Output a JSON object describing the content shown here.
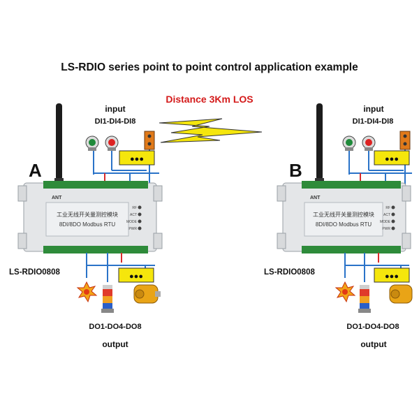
{
  "title": "LS-RDIO series point to point control application example",
  "distance_label": "Distance 3Km LOS",
  "units": [
    {
      "letter": "A",
      "input_label": "input",
      "input_channels": "DI1-DI4-DI8",
      "model": "LS-RDIO0808",
      "output_channels": "DO1-DO4-DO8",
      "output_label": "output",
      "board_line1": "工业无线开关量测控模块",
      "board_line2": "8DI/8DO Modbus RTU",
      "ant_label": "ANT",
      "ellipsis": "●●●"
    },
    {
      "letter": "B",
      "input_label": "input",
      "input_channels": "DI1-DI4-DI8",
      "model": "LS-RDIO0808",
      "output_channels": "DO1-DO4-DO8",
      "output_label": "output",
      "board_line1": "工业无线开关量测控模块",
      "board_line2": "8DI/8DO Modbus RTU",
      "ant_label": "ANT",
      "ellipsis": "●●●"
    }
  ],
  "status_leds": [
    "RF",
    "ACT",
    "MODE",
    "PWR"
  ],
  "colors": {
    "terminal_green": "#2e8b3a",
    "board_gray": "#e4e6e8",
    "wire_blue": "#2a73c8",
    "wire_red": "#d92b2b",
    "yellow_box": "#f5e60c",
    "distance_red": "#d41a1a"
  },
  "icons": [
    "push-button-icon",
    "stop-button-icon",
    "limit-switch-icon",
    "alarm-light-icon",
    "tower-light-icon",
    "motor-icon",
    "lightning-icon",
    "antenna-icon"
  ]
}
